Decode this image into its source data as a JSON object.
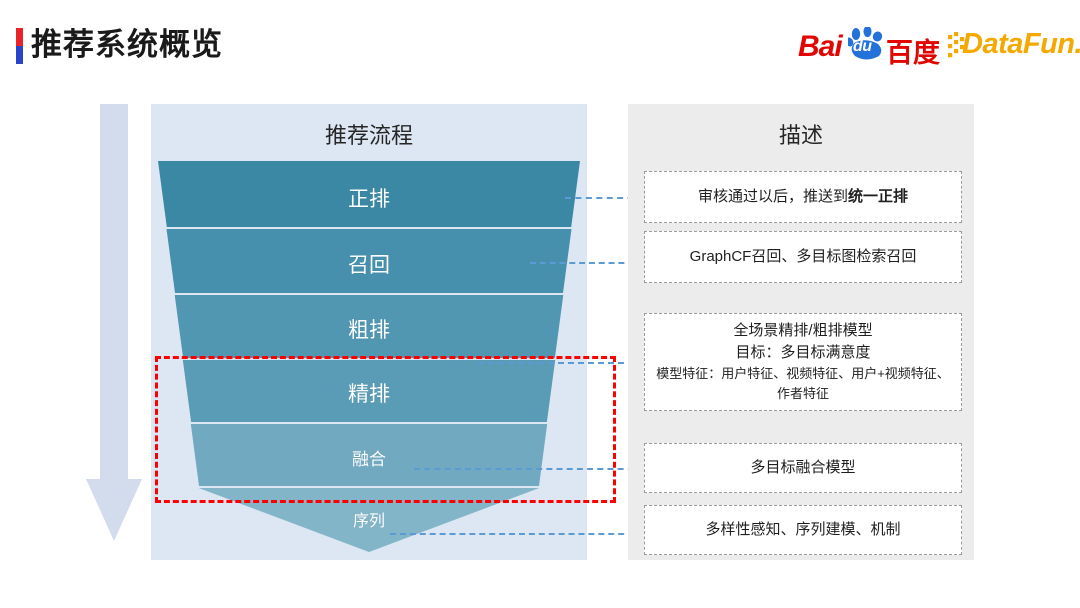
{
  "header": {
    "title": "推荐系统概览",
    "accent_red": "#e8232a",
    "accent_blue": "#2a45c8",
    "baidu_logo": {
      "name": "baidu-logo",
      "bai": "Bai",
      "du": "du",
      "cn": "百度",
      "color_red": "#e10602",
      "color_blue": "#2272d9"
    },
    "datafun_logo": {
      "name": "datafun-logo",
      "text": "DataFun.",
      "color": "#f5a800"
    }
  },
  "left_panel": {
    "heading": "推荐流程",
    "background": "#dde7f3"
  },
  "right_panel": {
    "heading": "描述",
    "background": "#ececec"
  },
  "funnel": {
    "stages": [
      {
        "label": "正排",
        "color": "#3a88a3",
        "font_size": 21
      },
      {
        "label": "召回",
        "color": "#4690ad",
        "font_size": 21
      },
      {
        "label": "粗排",
        "color": "#5197b2",
        "font_size": 21
      },
      {
        "label": "精排",
        "color": "#5a9cb5",
        "font_size": 21
      },
      {
        "label": "融合",
        "color": "#71aac0",
        "font_size": 17
      },
      {
        "label": "序列",
        "color": "#83b5c8",
        "font_size": 15
      }
    ]
  },
  "highlight_box": {
    "name": "red-dashed-highlight",
    "color": "#ff0000",
    "covers": [
      "精排",
      "融合"
    ]
  },
  "descriptions": [
    {
      "id": "desc-zhengpai",
      "lines": [
        {
          "text": "审核通过以后，推送到",
          "bold_tail": "统一正排",
          "small": false
        }
      ]
    },
    {
      "id": "desc-zhaohui",
      "lines": [
        {
          "text": "GraphCF召回、多目标图检索召回",
          "bold_tail": "",
          "small": false
        }
      ]
    },
    {
      "id": "desc-jingpai",
      "lines": [
        {
          "text": "全场景精排/粗排模型",
          "bold_tail": "",
          "small": false
        },
        {
          "text": "目标：多目标满意度",
          "bold_tail": "",
          "small": false
        },
        {
          "text": "模型特征：用户特征、视频特征、用户+视频特征、",
          "bold_tail": "",
          "small": true
        },
        {
          "text": "作者特征",
          "bold_tail": "",
          "small": true
        }
      ]
    },
    {
      "id": "desc-ronghe",
      "lines": [
        {
          "text": "多目标融合模型",
          "bold_tail": "",
          "small": false
        }
      ]
    },
    {
      "id": "desc-xulie",
      "lines": [
        {
          "text": "多样性感知、序列建模、机制",
          "bold_tail": "",
          "small": false
        }
      ]
    }
  ],
  "arrow": {
    "name": "process-direction-arrow",
    "color": "#d3dcec",
    "direction": "down"
  }
}
